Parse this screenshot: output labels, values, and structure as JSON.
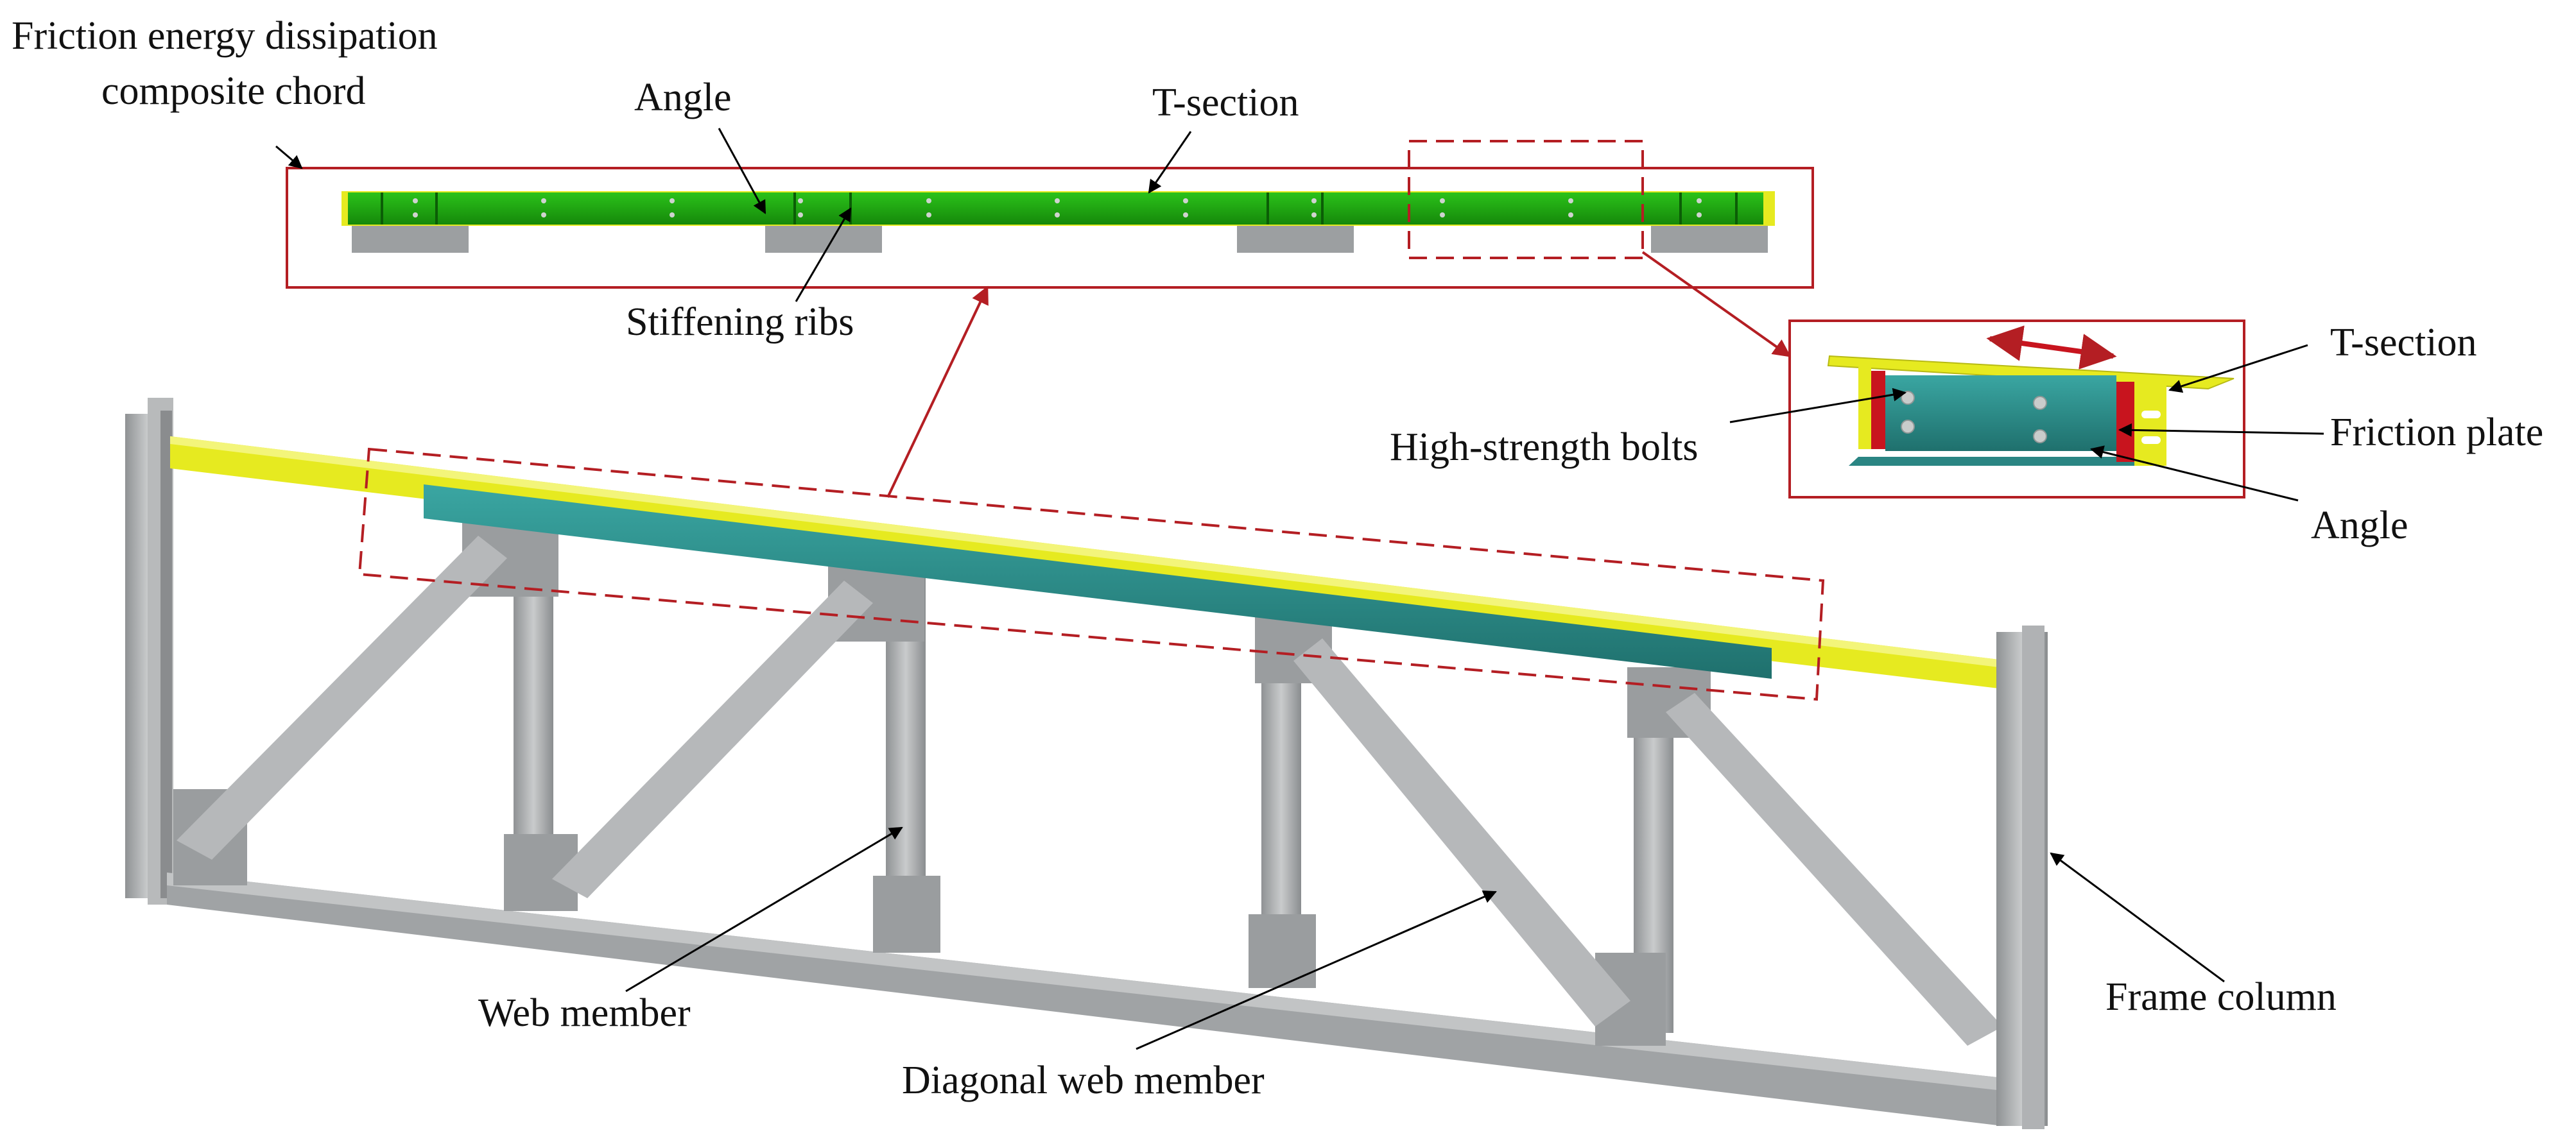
{
  "labels": {
    "chord_title_line1": "Friction energy dissipation",
    "chord_title_line2": "composite chord",
    "angle_top": "Angle",
    "t_section_top": "T-section",
    "stiffening_ribs": "Stiffening ribs",
    "t_section_detail": "T-section",
    "high_strength_bolts": "High-strength bolts",
    "friction_plate": "Friction plate",
    "angle_detail": "Angle",
    "web_member": "Web member",
    "diagonal_web_member": "Diagonal web member",
    "frame_column": "Frame column"
  },
  "colors": {
    "t_section": "#e6ea20",
    "angle_chord": "#1fa80f",
    "angle_teal": "#2f8f8c",
    "steel_gray": "#a6a8aa",
    "steel_dark": "#7d8082",
    "friction_plate": "#c8141e",
    "outline_red": "#b41e23",
    "leader_black": "#000000"
  }
}
